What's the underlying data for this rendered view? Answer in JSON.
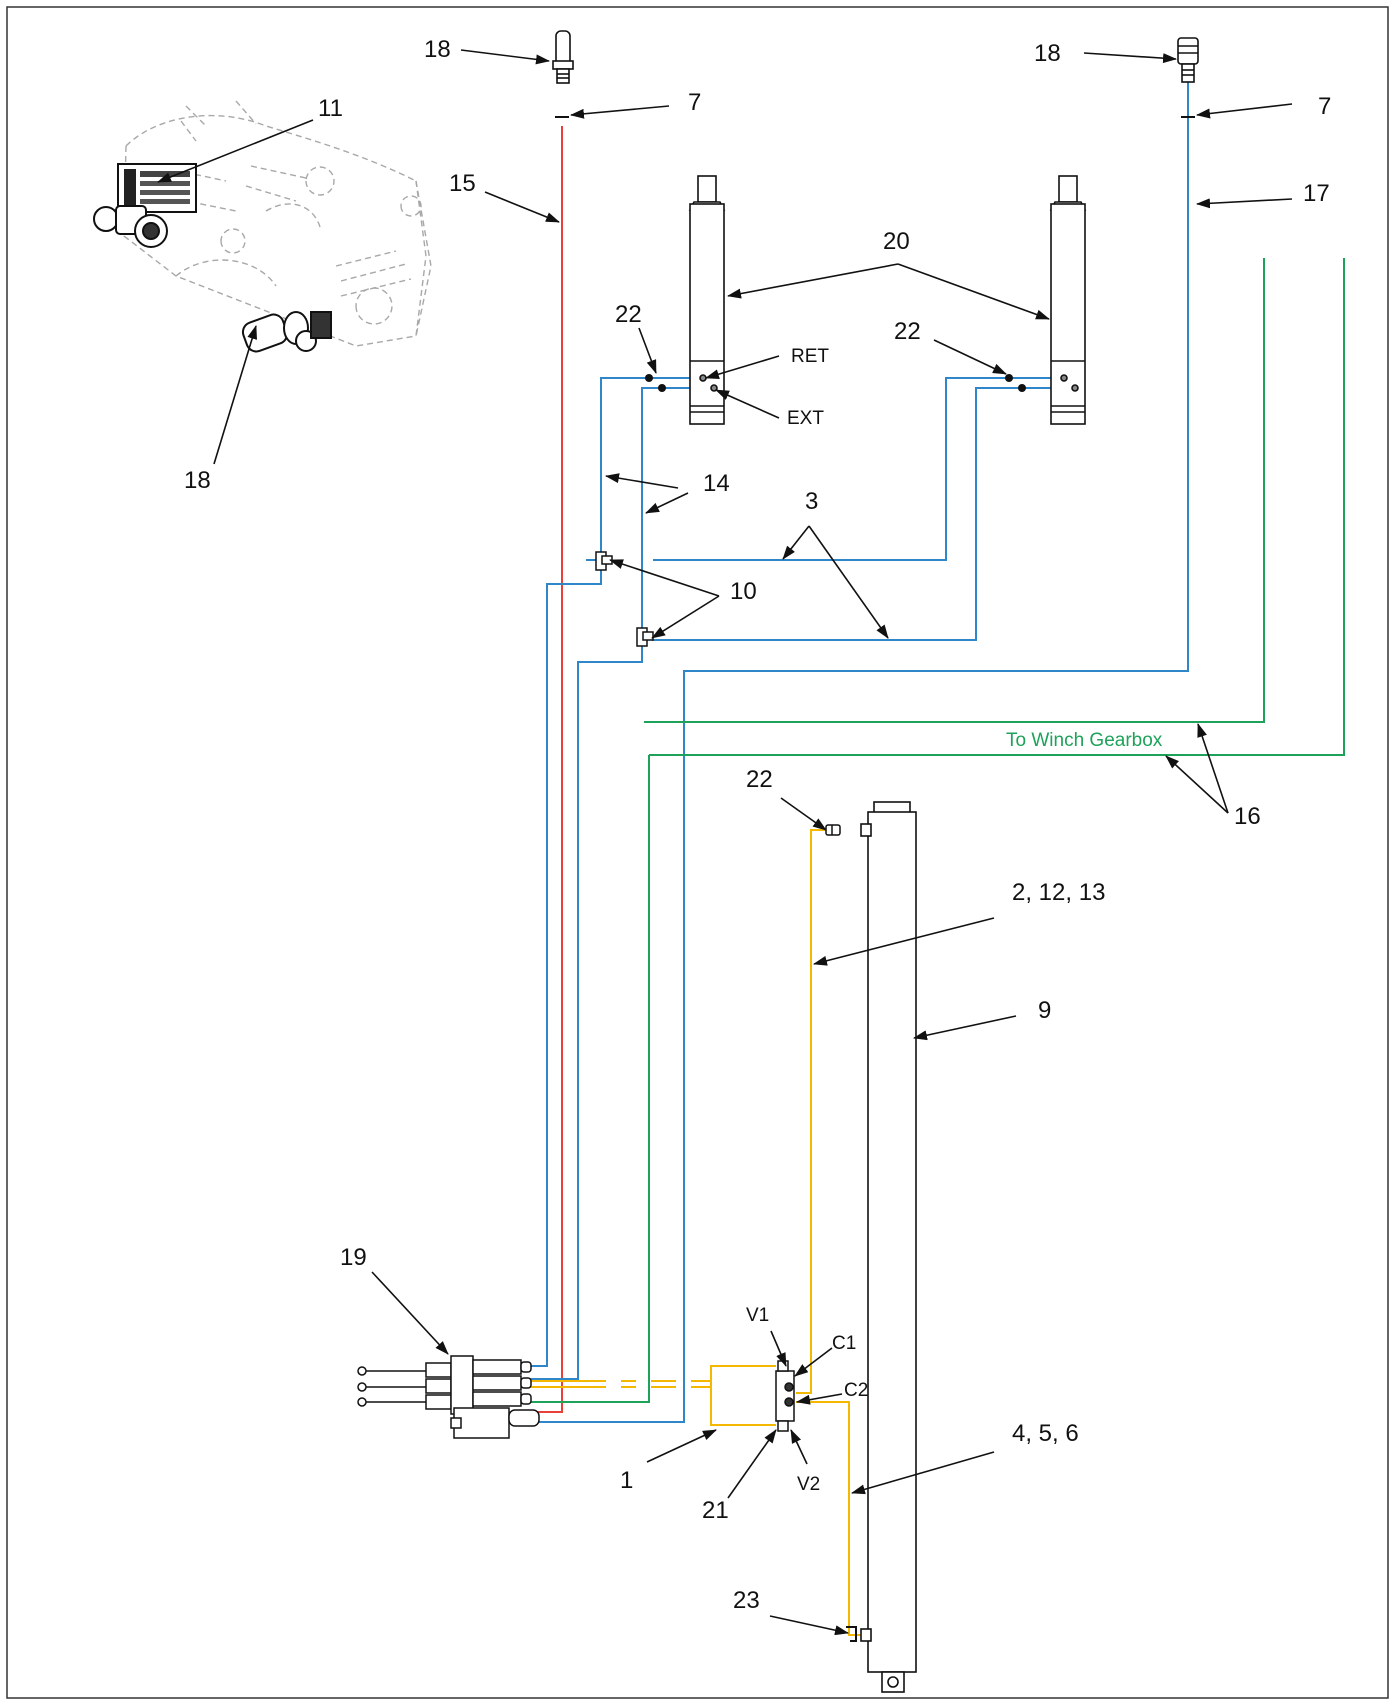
{
  "colors": {
    "pressure_red": "#e8413a",
    "hose_blue": "#2f86c8",
    "return_green": "#1ea25a",
    "winch_yellow": "#f5b800",
    "line_black": "#111111",
    "sketch_gray": "#9a9a9a"
  },
  "labels": {
    "c18_left": "18",
    "c7_left": "7",
    "c11": "11",
    "c15": "15",
    "c18_engine": "18",
    "c18_right": "18",
    "c7_right": "7",
    "c17": "17",
    "c20": "20",
    "c22_left": "22",
    "c22_right": "22",
    "ret": "RET",
    "ext": "EXT",
    "c14": "14",
    "c3": "3",
    "c10": "10",
    "to_winch": "To Winch Gearbox",
    "c16": "16",
    "c22_lower": "22",
    "c2_12_13": "2, 12, 13",
    "c9": "9",
    "c19": "19",
    "v1": "V1",
    "c1_port": "C1",
    "c2_port": "C2",
    "c4_5_6": "4, 5, 6",
    "c1": "1",
    "c21": "21",
    "v2": "V2",
    "c23": "23"
  }
}
